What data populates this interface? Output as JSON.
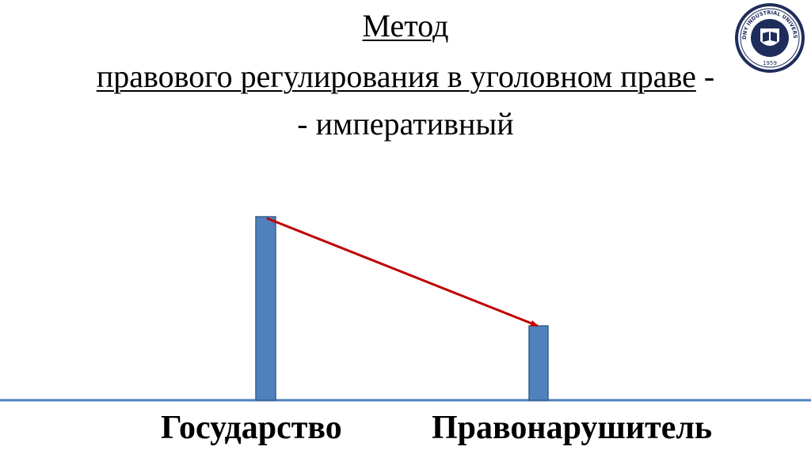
{
  "title": {
    "line1": "Метод",
    "line2_underlined": "правового регулирования в уголовном праве",
    "line2_rest": " -",
    "line3": "- императивный"
  },
  "diagram": {
    "left_label": "Государство",
    "right_label": "Правонарушитель",
    "arrow_direction": "from Государство to Правонарушитель",
    "colors": {
      "bars": "#4f81bd",
      "bar_border": "#385d8a",
      "baseline": "#4f81bd",
      "arrow": "#c00000"
    }
  },
  "logo": {
    "text_top": "RUDNY INDUSTRIAL UNIVERSITY",
    "year": "1959"
  }
}
